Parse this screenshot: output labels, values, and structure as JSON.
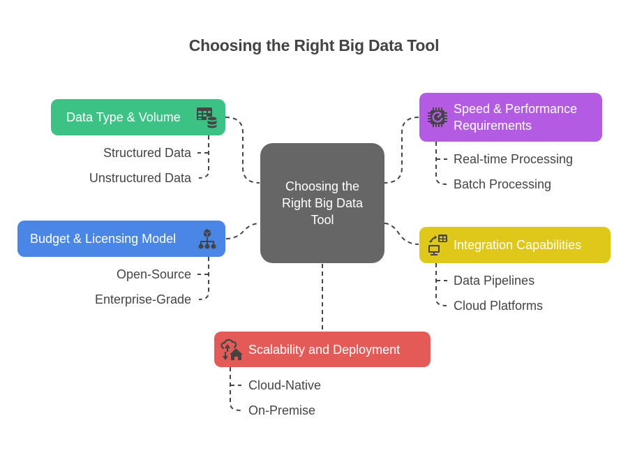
{
  "title": "Choosing the Right Big Data Tool",
  "center": {
    "label": "Choosing the Right Big Data Tool"
  },
  "branches": [
    {
      "id": "data-type",
      "label": "Data Type & Volume",
      "color": "#3dc285",
      "icon": "table-database-icon",
      "children": [
        "Structured Data",
        "Unstructured Data"
      ]
    },
    {
      "id": "speed",
      "label_line1": "Speed & Performance",
      "label_line2": "Requirements",
      "color": "#b45be3",
      "icon": "cpu-gauge-icon",
      "children": [
        "Real-time Processing",
        "Batch Processing"
      ]
    },
    {
      "id": "budget",
      "label": "Budget & Licensing Model",
      "color": "#4a86e6",
      "icon": "hierarchy-cube-icon",
      "children": [
        "Open-Source",
        "Enterprise-Grade"
      ]
    },
    {
      "id": "integration",
      "label": "Integration Capabilities",
      "color": "#e0c81a",
      "icon": "integration-monitor-icon",
      "children": [
        "Data Pipelines",
        "Cloud Platforms"
      ]
    },
    {
      "id": "scalability",
      "label": "Scalability and Deployment",
      "color": "#e45a56",
      "icon": "cloud-home-icon",
      "children": [
        "Cloud-Native",
        "On-Premise"
      ]
    }
  ],
  "colors": {
    "connector": "#444444",
    "center": "#666666",
    "text": "#444444"
  }
}
